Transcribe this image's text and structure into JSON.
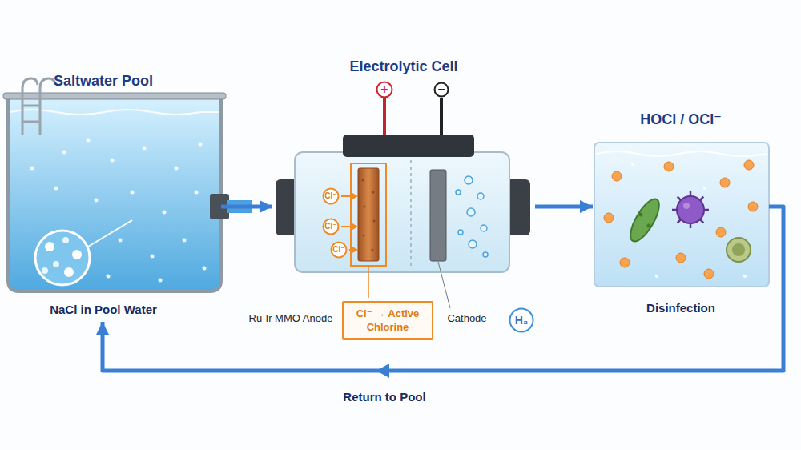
{
  "diagram": {
    "nodes": [
      {
        "text": [
          "Saltwater Pool",
          "NaCl in Pool Water"
        ]
      },
      {
        "text": [
          "Electrolytic Cell"
        ]
      },
      {
        "text": [
          "+"
        ],
        "in": 1
      },
      {
        "text": [
          "−"
        ],
        "in": 1
      },
      {
        "text": [
          "Cl⁻"
        ],
        "in": 1
      },
      {
        "text": [
          "Cl⁻"
        ],
        "in": 1
      },
      {
        "text": [
          "Cl⁻"
        ],
        "in": 1
      },
      {
        "text": [
          "HOCl / OCl⁻",
          "Disinfection"
        ]
      },
      {
        "text": [
          "Cl⁻ → Active Chlorine"
        ]
      },
      {
        "text": [
          "H₂"
        ]
      }
    ],
    "edges": [
      {
        "from": 0,
        "to": 1,
        "arrow": "to"
      },
      {
        "from": 1,
        "to": 7,
        "arrow": "to"
      },
      {
        "from": 7,
        "to": 0,
        "label": "Return to Pool",
        "arrow": "to"
      }
    ],
    "labels": [
      "Ru-Ir MMO Anode",
      "Cathode"
    ]
  }
}
